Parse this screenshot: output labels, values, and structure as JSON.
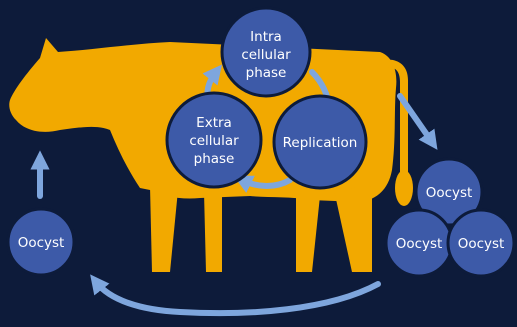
{
  "colors": {
    "background": "#0d1b3a",
    "cow": "#f2a900",
    "circle": "#3d5aa8",
    "circle_border": "#0d1b3a",
    "arrow": "#7ea6dd"
  },
  "nodes": {
    "intra": [
      "Intra",
      "cellular",
      "phase"
    ],
    "extra": [
      "Extra",
      "cellular",
      "phase"
    ],
    "replication": "Replication",
    "oocyst_top_right": "Oocyst",
    "oocyst_mid_right": "Oocyst",
    "oocyst_far_right": "Oocyst",
    "oocyst_left": "Oocyst"
  }
}
